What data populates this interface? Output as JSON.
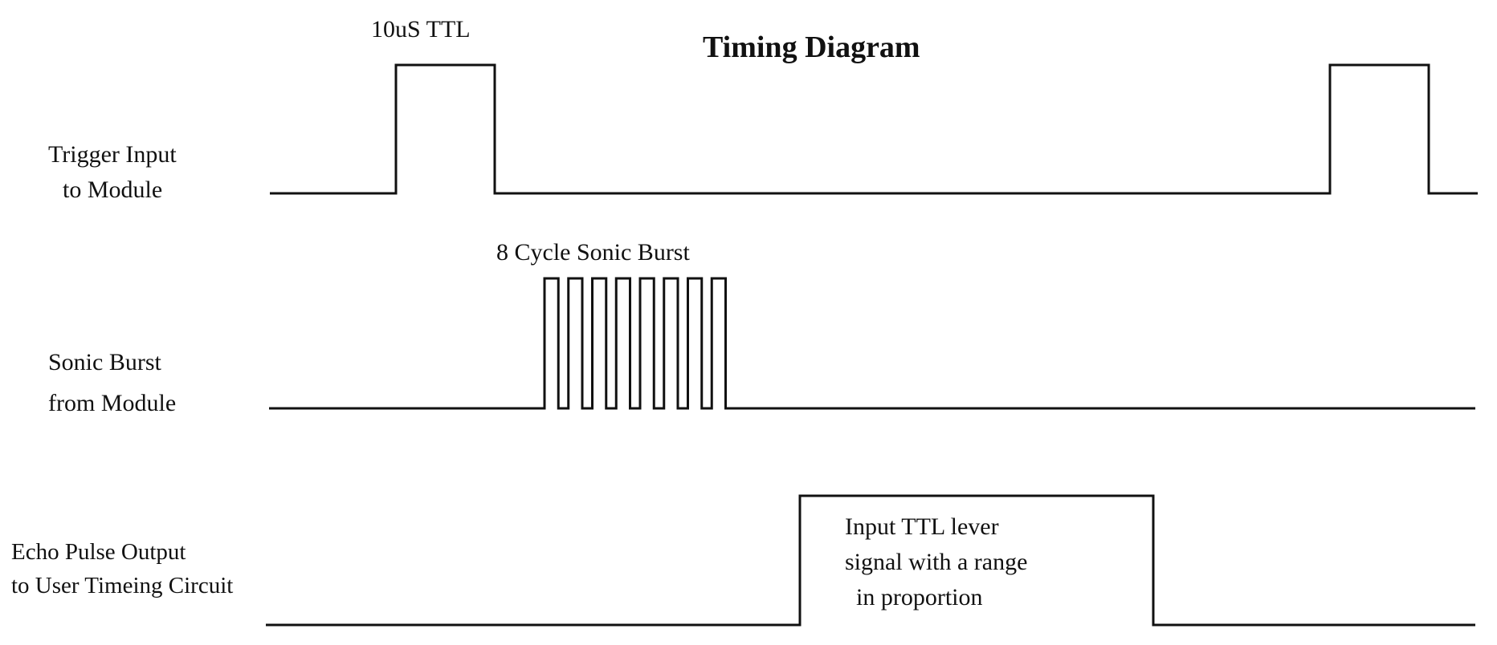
{
  "title": "Timing Diagram",
  "signals": {
    "trigger": {
      "label_line1": "Trigger Input",
      "label_line2": "to Module",
      "annotation": "10uS TTL"
    },
    "burst": {
      "label_line1": "Sonic Burst",
      "label_line2": "from Module",
      "annotation": "8 Cycle Sonic Burst",
      "cycles": 8
    },
    "echo": {
      "label_line1": "Echo Pulse Output",
      "label_line2": "to User Timeing Circuit",
      "annotation_line1": "Input TTL lever",
      "annotation_line2": "signal with a range",
      "annotation_line3": "in proportion"
    }
  },
  "colors": {
    "line": "#111111",
    "background": "#ffffff"
  }
}
